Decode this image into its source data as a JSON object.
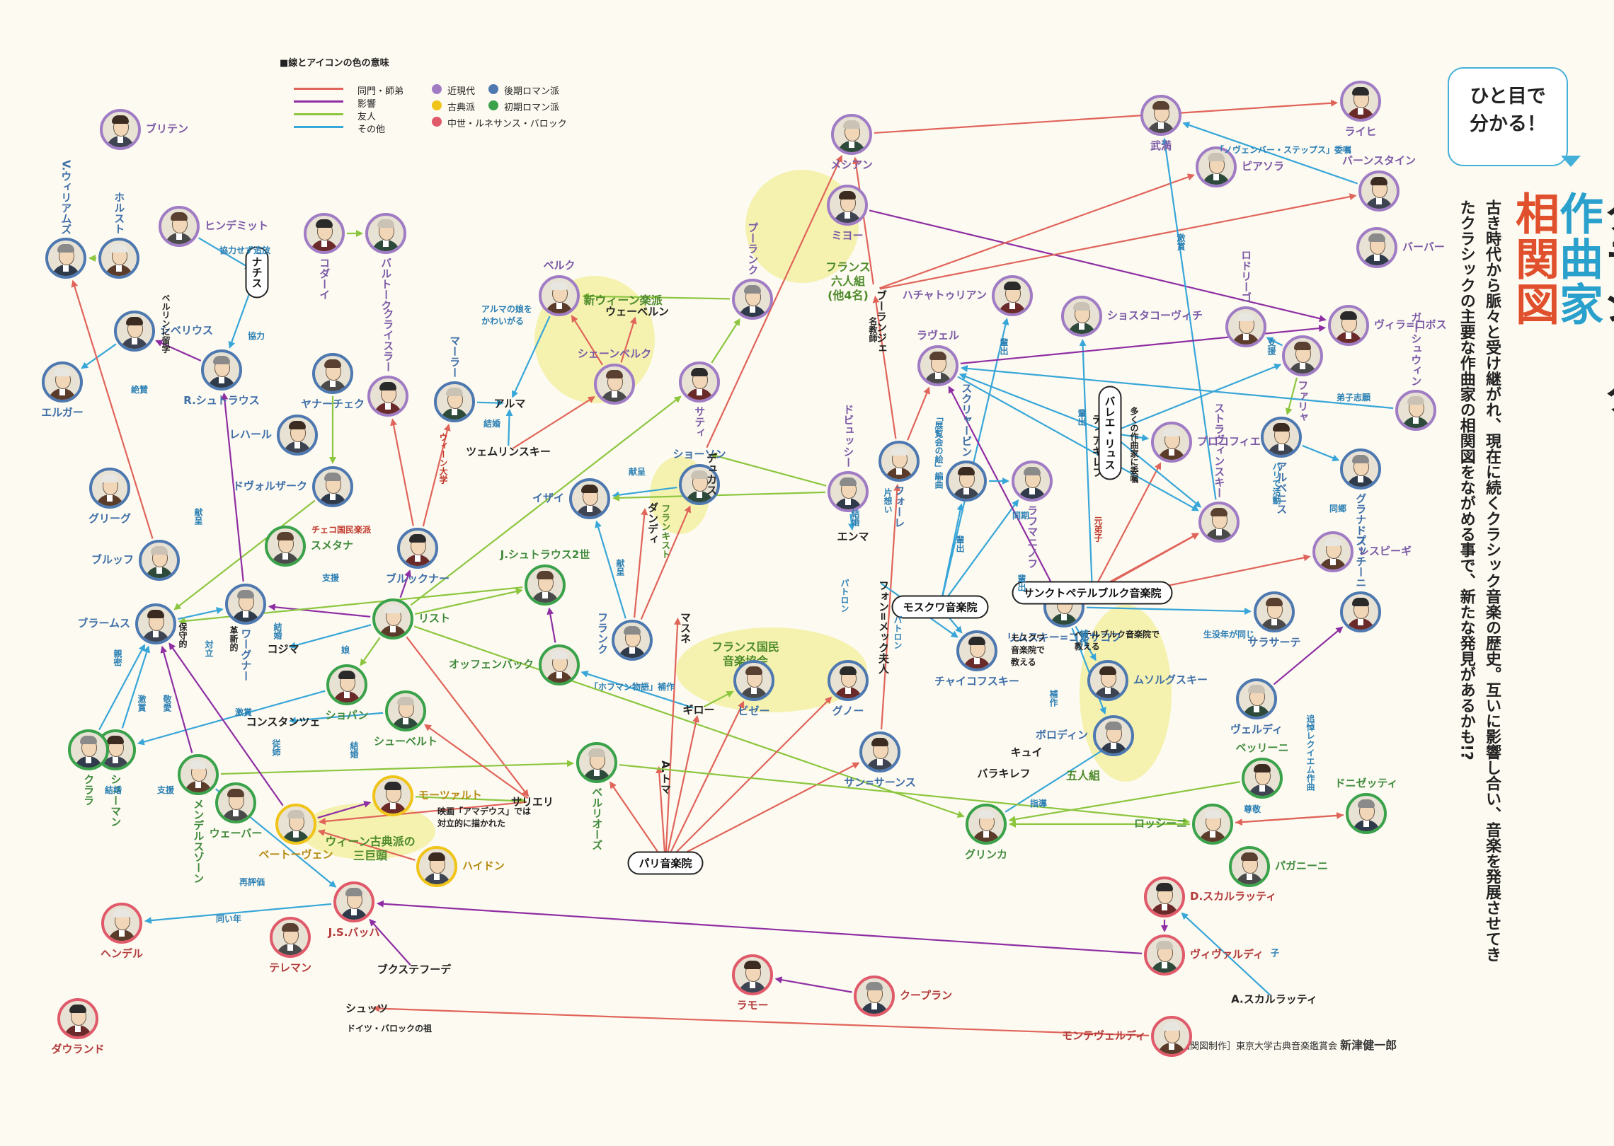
{
  "legend": {
    "title": "■線とアイコンの色の意味",
    "lines": [
      {
        "label": "同門・師弟",
        "color": "#e0645a"
      },
      {
        "label": "影響",
        "color": "#8e2ea3"
      },
      {
        "label": "友人",
        "color": "#8cc63f"
      },
      {
        "label": "その他",
        "color": "#37a6d8"
      }
    ],
    "eras": [
      {
        "label": "近現代",
        "color": "#a07cc5"
      },
      {
        "label": "後期ロマン派",
        "color": "#4d78b0"
      },
      {
        "label": "古典派",
        "color": "#f0c419"
      },
      {
        "label": "初期ロマン派",
        "color": "#3aa24a"
      },
      {
        "label": "中世・ルネサンス・バロック",
        "color": "#e05a6a"
      }
    ]
  },
  "header": {
    "callout": [
      "ひと目で",
      "分かる！"
    ],
    "title_part1": "クラシック",
    "title_part2": "作曲家",
    "title_part3": "相関図",
    "subtitle": "古き時代から脈々と受け継がれ、現在に続くクラシック音楽の歴史。互いに影響し合い、音楽を発展させてきたクラシックの主要な作曲家の相関図をながめる事で、新たな発見があるかも!?"
  },
  "credit": {
    "prefix": "［相関図制作］東京大学古典音楽鑑賞会",
    "name": "新津健一郎"
  },
  "colors": {
    "era_modern": "#a07cc5",
    "era_late": "#4d78b0",
    "era_classical": "#f0c419",
    "era_early": "#3aa24a",
    "era_baroque": "#e05a6a",
    "line_mentor": "#e0645a",
    "line_influence": "#8e2ea3",
    "line_friend": "#8cc63f",
    "line_other": "#37a6d8",
    "group_fill": "#f2ef9a"
  },
  "groups": [
    {
      "id": "g-vienna2",
      "label": "新ウィーン楽派"
    },
    {
      "id": "g-six",
      "label": "フランス\n六人組\n(他4名)"
    },
    {
      "id": "g-snm",
      "label": "フランス国民\n音楽協会"
    },
    {
      "id": "g-five",
      "label": "五人組"
    },
    {
      "id": "g-vienna-classic",
      "label": "ウィーン古典派の\n三巨頭"
    },
    {
      "id": "g-franckist",
      "label": "フランキスト"
    }
  ],
  "institutions": [
    {
      "id": "nazis",
      "label": "ナチス"
    },
    {
      "id": "paris",
      "label": "パリ音楽院"
    },
    {
      "id": "moscow",
      "label": "モスクワ音楽院"
    },
    {
      "id": "stpete",
      "label": "サンクトペテルブルク音楽院"
    },
    {
      "id": "ballets",
      "label": "バレエ・リュス"
    }
  ],
  "composers": [
    {
      "id": "britten",
      "name": "ブリテン",
      "era": "modern"
    },
    {
      "id": "vwilliams",
      "name": "V.ウィリアムズ",
      "era": "late"
    },
    {
      "id": "holst",
      "name": "ホルスト",
      "era": "late"
    },
    {
      "id": "hindemith",
      "name": "ヒンデミット",
      "era": "modern"
    },
    {
      "id": "kodaly",
      "name": "コダーイ",
      "era": "modern"
    },
    {
      "id": "bartok",
      "name": "バルトーク",
      "era": "modern"
    },
    {
      "id": "sibelius",
      "name": "シベリウス",
      "era": "late"
    },
    {
      "id": "rstrauss",
      "name": "R.シュトラウス",
      "era": "late"
    },
    {
      "id": "elgar",
      "name": "エルガー",
      "era": "late"
    },
    {
      "id": "janacek",
      "name": "ヤナーチェク",
      "era": "late"
    },
    {
      "id": "kreisler",
      "name": "クライスラー",
      "era": "modern"
    },
    {
      "id": "mahler",
      "name": "マーラー",
      "era": "late"
    },
    {
      "id": "lehar",
      "name": "レハール",
      "era": "late"
    },
    {
      "id": "dvorak",
      "name": "ドヴォルザーク",
      "era": "late"
    },
    {
      "id": "grieg",
      "name": "グリーグ",
      "era": "late"
    },
    {
      "id": "smetana",
      "name": "スメタナ",
      "era": "early"
    },
    {
      "id": "bruckner",
      "name": "ブルックナー",
      "era": "late"
    },
    {
      "id": "bruch",
      "name": "ブルッフ",
      "era": "late"
    },
    {
      "id": "brahms",
      "name": "ブラームス",
      "era": "late"
    },
    {
      "id": "wagner",
      "name": "ワーグナー",
      "era": "late"
    },
    {
      "id": "liszt",
      "name": "リスト",
      "era": "early"
    },
    {
      "id": "jstrauss2",
      "name": "J.シュトラウス2世",
      "era": "early"
    },
    {
      "id": "chopin",
      "name": "ショパン",
      "era": "early"
    },
    {
      "id": "schubert",
      "name": "シューベルト",
      "era": "early"
    },
    {
      "id": "schumann",
      "name": "シューマン",
      "era": "early"
    },
    {
      "id": "clara",
      "name": "クララ",
      "era": "early"
    },
    {
      "id": "mendelssohn",
      "name": "メンデルスゾーン",
      "era": "early"
    },
    {
      "id": "weber",
      "name": "ウェーバー",
      "era": "early"
    },
    {
      "id": "mozart",
      "name": "モーツァルト",
      "era": "classical"
    },
    {
      "id": "beethoven",
      "name": "ベートーヴェン",
      "era": "classical"
    },
    {
      "id": "haydn",
      "name": "ハイドン",
      "era": "classical"
    },
    {
      "id": "bach",
      "name": "J.S.バッハ",
      "era": "baroque"
    },
    {
      "id": "handel",
      "name": "ヘンデル",
      "era": "baroque"
    },
    {
      "id": "telemann",
      "name": "テレマン",
      "era": "baroque"
    },
    {
      "id": "dowland",
      "name": "ダウランド",
      "era": "baroque"
    },
    {
      "id": "messiaen",
      "name": "メシアン",
      "era": "modern"
    },
    {
      "id": "milhaud",
      "name": "ミヨー",
      "era": "modern"
    },
    {
      "id": "poulenc",
      "name": "プーランク",
      "era": "modern"
    },
    {
      "id": "berg",
      "name": "ベルク",
      "era": "modern"
    },
    {
      "id": "schoenberg",
      "name": "シェーンベルク",
      "era": "modern"
    },
    {
      "id": "satie",
      "name": "サティ",
      "era": "modern"
    },
    {
      "id": "chausson",
      "name": "ショーソン",
      "era": "late"
    },
    {
      "id": "ysaye",
      "name": "イザイ",
      "era": "late"
    },
    {
      "id": "franck",
      "name": "フランク",
      "era": "late"
    },
    {
      "id": "offenbach",
      "name": "オッフェンバック",
      "era": "early"
    },
    {
      "id": "bizet",
      "name": "ビゼー",
      "era": "late"
    },
    {
      "id": "gounod",
      "name": "グノー",
      "era": "late"
    },
    {
      "id": "berlioz",
      "name": "ベルリオーズ",
      "era": "early"
    },
    {
      "id": "saintsaens",
      "name": "サン=サーンス",
      "era": "late"
    },
    {
      "id": "debussy",
      "name": "ドビュッシー",
      "era": "modern"
    },
    {
      "id": "faure",
      "name": "フォーレ",
      "era": "late"
    },
    {
      "id": "ravel",
      "name": "ラヴェル",
      "era": "modern"
    },
    {
      "id": "khachaturian",
      "name": "ハチャトゥリアン",
      "era": "modern"
    },
    {
      "id": "shostakovich",
      "name": "ショスタコーヴィチ",
      "era": "modern"
    },
    {
      "id": "scriabin",
      "name": "スクリャービン",
      "era": "late"
    },
    {
      "id": "rachmaninoff",
      "name": "ラフマニノフ",
      "era": "modern"
    },
    {
      "id": "prokofiev",
      "name": "プロコフィエフ",
      "era": "modern"
    },
    {
      "id": "stravinsky",
      "name": "ストラヴィンスキー",
      "era": "modern"
    },
    {
      "id": "tchaikovsky",
      "name": "チャイコフスキー",
      "era": "late"
    },
    {
      "id": "rimsky",
      "name": "リムスキー=コルサコフ",
      "era": "late"
    },
    {
      "id": "mussorgsky",
      "name": "ムソルグスキー",
      "era": "late"
    },
    {
      "id": "borodin",
      "name": "ボロディン",
      "era": "late"
    },
    {
      "id": "glinka",
      "name": "グリンカ",
      "era": "early"
    },
    {
      "id": "takemitsu",
      "name": "武満",
      "era": "modern"
    },
    {
      "id": "reich",
      "name": "ライヒ",
      "era": "modern"
    },
    {
      "id": "piazzolla",
      "name": "ピアソラ",
      "era": "modern"
    },
    {
      "id": "bernstein",
      "name": "バーンスタイン",
      "era": "modern"
    },
    {
      "id": "barber",
      "name": "バーバー",
      "era": "modern"
    },
    {
      "id": "rodrigo",
      "name": "ロドリーゴ",
      "era": "modern"
    },
    {
      "id": "falla",
      "name": "ファリャ",
      "era": "modern"
    },
    {
      "id": "villalobos",
      "name": "ヴィラ=ロボス",
      "era": "modern"
    },
    {
      "id": "gershwin",
      "name": "ガーシュウィン",
      "era": "modern"
    },
    {
      "id": "albeniz",
      "name": "アルベニス",
      "era": "late"
    },
    {
      "id": "granados",
      "name": "グラナドス",
      "era": "late"
    },
    {
      "id": "respighi",
      "name": "レスピーギ",
      "era": "modern"
    },
    {
      "id": "sarasate",
      "name": "サラサーテ",
      "era": "late"
    },
    {
      "id": "puccini",
      "name": "プッチーニ",
      "era": "late"
    },
    {
      "id": "verdi",
      "name": "ヴェルディ",
      "era": "late"
    },
    {
      "id": "bellini",
      "name": "ベッリーニ",
      "era": "early"
    },
    {
      "id": "donizetti",
      "name": "ドニゼッティ",
      "era": "early"
    },
    {
      "id": "rossini",
      "name": "ロッシーニ",
      "era": "early"
    },
    {
      "id": "paganini",
      "name": "パガニーニ",
      "era": "early"
    },
    {
      "id": "dscarlatti",
      "name": "D.スカルラッティ",
      "era": "baroque"
    },
    {
      "id": "vivaldi",
      "name": "ヴィヴァルディ",
      "era": "baroque"
    },
    {
      "id": "rameau",
      "name": "ラモー",
      "era": "baroque"
    },
    {
      "id": "couperin",
      "name": "クープラン",
      "era": "baroque"
    },
    {
      "id": "monteverdi",
      "name": "モンテヴェルディ",
      "era": "baroque"
    }
  ],
  "name_only": [
    {
      "id": "webern",
      "name": "ウェーベルン"
    },
    {
      "id": "alma",
      "name": "アルマ"
    },
    {
      "id": "zemlinsky",
      "name": "ツェムリンスキー"
    },
    {
      "id": "dukas",
      "name": "デュカス"
    },
    {
      "id": "dindy",
      "name": "ダンディ"
    },
    {
      "id": "massenet",
      "name": "マスネ"
    },
    {
      "id": "guiraud",
      "name": "ギロー"
    },
    {
      "id": "athomas",
      "name": "A.トマ"
    },
    {
      "id": "boulanger",
      "name": "ブーランジェ"
    },
    {
      "id": "salieri",
      "name": "サリエリ"
    },
    {
      "id": "constanze",
      "name": "コンスタンツェ"
    },
    {
      "id": "cosima",
      "name": "コジマ"
    },
    {
      "id": "emma",
      "name": "エンマ"
    },
    {
      "id": "vonmeck",
      "name": "フォン=メック夫人"
    },
    {
      "id": "diaghilev",
      "name": "ディアギレフ"
    },
    {
      "id": "cui",
      "name": "キュイ"
    },
    {
      "id": "balakirev",
      "name": "バラキレフ"
    },
    {
      "id": "buxtehude",
      "name": "ブクステフーデ"
    },
    {
      "id": "schutz",
      "name": "シュッツ"
    },
    {
      "id": "ascarlatti",
      "name": "A.スカルラッティ"
    }
  ],
  "relation_labels": [
    {
      "id": "r1",
      "text": "協力せず追放",
      "color": "blue"
    },
    {
      "id": "r2",
      "text": "協力",
      "color": "blue"
    },
    {
      "id": "r3",
      "text": "ベルリンに留学",
      "color": "black"
    },
    {
      "id": "r4",
      "text": "絶賛",
      "color": "blue"
    },
    {
      "id": "r5",
      "text": "アルマの娘を\nかわいがる",
      "color": "blue"
    },
    {
      "id": "r6",
      "text": "結婚",
      "color": "blue"
    },
    {
      "id": "r7",
      "text": "ウィーン大学",
      "color": "red"
    },
    {
      "id": "r8",
      "text": "チェコ国民楽派",
      "color": "red"
    },
    {
      "id": "r9",
      "text": "献呈",
      "color": "blue"
    },
    {
      "id": "r10",
      "text": "支援",
      "color": "blue"
    },
    {
      "id": "r11",
      "text": "保守的",
      "color": "black"
    },
    {
      "id": "r12",
      "text": "対立",
      "color": "blue"
    },
    {
      "id": "r13",
      "text": "革新的",
      "color": "black"
    },
    {
      "id": "r14",
      "text": "結婚",
      "color": "blue"
    },
    {
      "id": "r15",
      "text": "娘",
      "color": "blue"
    },
    {
      "id": "r16",
      "text": "激賞",
      "color": "blue"
    },
    {
      "id": "r17",
      "text": "敬愛",
      "color": "blue"
    },
    {
      "id": "r18",
      "text": "激賞",
      "color": "blue"
    },
    {
      "id": "r19",
      "text": "親密",
      "color": "blue"
    },
    {
      "id": "r20",
      "text": "結婚",
      "color": "blue"
    },
    {
      "id": "r21",
      "text": "支援",
      "color": "blue"
    },
    {
      "id": "r22",
      "text": "従姉",
      "color": "blue"
    },
    {
      "id": "r23",
      "text": "結婚",
      "color": "blue"
    },
    {
      "id": "r24",
      "text": "映画「アマデウス」では\n対立的に描かれた",
      "color": "black"
    },
    {
      "id": "r25",
      "text": "再評価",
      "color": "blue"
    },
    {
      "id": "r26",
      "text": "同い年",
      "color": "blue"
    },
    {
      "id": "r27",
      "text": "ドイツ・バロックの祖",
      "color": "black"
    },
    {
      "id": "r28",
      "text": "献呈",
      "color": "blue"
    },
    {
      "id": "r29",
      "text": "献呈",
      "color": "blue"
    },
    {
      "id": "r30",
      "text": "「ホフマン物語」補作",
      "color": "blue"
    },
    {
      "id": "r31",
      "text": "名教師",
      "color": "black"
    },
    {
      "id": "r32",
      "text": "片想い",
      "color": "blue"
    },
    {
      "id": "r33",
      "text": "結婚",
      "color": "blue"
    },
    {
      "id": "r34",
      "text": "パトロン",
      "color": "blue"
    },
    {
      "id": "r35",
      "text": "パトロン",
      "color": "blue"
    },
    {
      "id": "r36",
      "text": "「展覧会の絵」編曲",
      "color": "blue"
    },
    {
      "id": "r37",
      "text": "輩出",
      "color": "blue"
    },
    {
      "id": "r38",
      "text": "輩出",
      "color": "blue"
    },
    {
      "id": "r39",
      "text": "同期",
      "color": "blue"
    },
    {
      "id": "r40",
      "text": "輩出",
      "color": "blue"
    },
    {
      "id": "r41",
      "text": "輩出",
      "color": "blue"
    },
    {
      "id": "r42",
      "text": "多くの作曲家に委嘱",
      "color": "black"
    },
    {
      "id": "r43",
      "text": "元弟子",
      "color": "red"
    },
    {
      "id": "r44",
      "text": "モスクワ\n音楽院で\n教える",
      "color": "black"
    },
    {
      "id": "r45",
      "text": "ペテルブルク音楽院で\n教える",
      "color": "black"
    },
    {
      "id": "r46",
      "text": "補作",
      "color": "blue"
    },
    {
      "id": "r47",
      "text": "補作",
      "color": "blue"
    },
    {
      "id": "r48",
      "text": "生没年が同じ",
      "color": "blue"
    },
    {
      "id": "r49",
      "text": "指導",
      "color": "blue"
    },
    {
      "id": "r50",
      "text": "激賞",
      "color": "blue"
    },
    {
      "id": "r51",
      "text": "「ノヴェンバー・ステップス」委嘱",
      "color": "blue"
    },
    {
      "id": "r52",
      "text": "支援",
      "color": "blue"
    },
    {
      "id": "r53",
      "text": "パリで活動",
      "color": "blue"
    },
    {
      "id": "r54",
      "text": "同郷",
      "color": "blue"
    },
    {
      "id": "r55",
      "text": "弟子志願",
      "color": "blue"
    },
    {
      "id": "r56",
      "text": "追悼レクイエム作曲",
      "color": "blue"
    },
    {
      "id": "r57",
      "text": "尊敬",
      "color": "blue"
    },
    {
      "id": "r58",
      "text": "子",
      "color": "blue"
    }
  ]
}
